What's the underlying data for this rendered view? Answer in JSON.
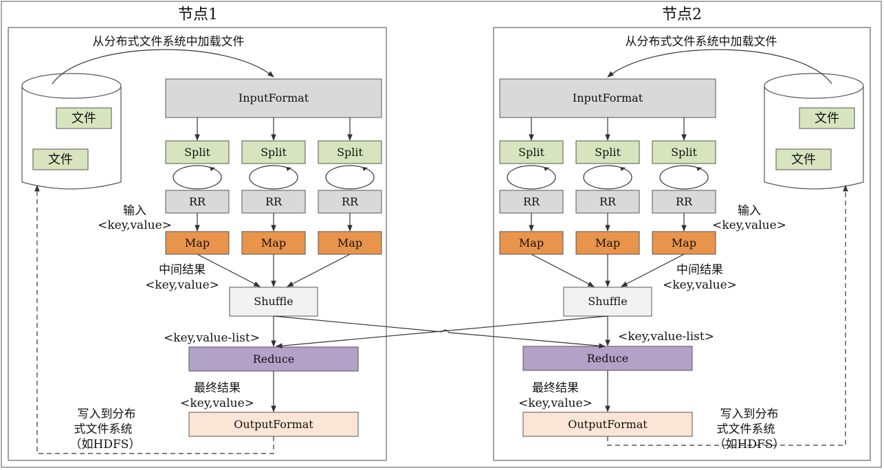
{
  "nodes": [
    {
      "title": "节点1",
      "load_label": "从分布式文件系统中加载文件",
      "files": [
        "文件",
        "文件"
      ],
      "input_format": "InputFormat",
      "splits": [
        "Split",
        "Split",
        "Split"
      ],
      "rr": [
        "RR",
        "RR",
        "RR"
      ],
      "maps": [
        "Map",
        "Map",
        "Map"
      ],
      "input_label": [
        "输入",
        "<key,value>"
      ],
      "intermediate_label": [
        "中间结果",
        "<key,value>"
      ],
      "shuffle": "Shuffle",
      "value_list_label": "<key,value-list>",
      "reduce": "Reduce",
      "final_label": [
        "最终结果",
        "<key,value>"
      ],
      "output_format": "OutputFormat",
      "write_label": [
        "写入到分布",
        "式文件系统",
        "（如HDFS）"
      ]
    },
    {
      "title": "节点2",
      "load_label": "从分布式文件系统中加载文件",
      "files": [
        "文件",
        "文件"
      ],
      "input_format": "InputFormat",
      "splits": [
        "Split",
        "Split",
        "Split"
      ],
      "rr": [
        "RR",
        "RR",
        "RR"
      ],
      "maps": [
        "Map",
        "Map",
        "Map"
      ],
      "input_label": [
        "输入",
        "<key,value>"
      ],
      "intermediate_label": [
        "中间结果",
        "<key,value>"
      ],
      "shuffle": "Shuffle",
      "value_list_label": "<key,value-list>",
      "reduce": "Reduce",
      "final_label": [
        "最终结果",
        "<key,value>"
      ],
      "output_format": "OutputFormat",
      "write_label": [
        "写入到分布",
        "式文件系统",
        "（如HDFS）"
      ]
    }
  ],
  "colors": {
    "input_format": "#d9d9d9",
    "split": "#d7e4bd",
    "rr": "#d9d9d9",
    "map": "#e9944b",
    "shuffle": "#f2f2f2",
    "reduce": "#b3a2c7",
    "output_format": "#fbe5d6",
    "file": "#d7e4bd"
  }
}
